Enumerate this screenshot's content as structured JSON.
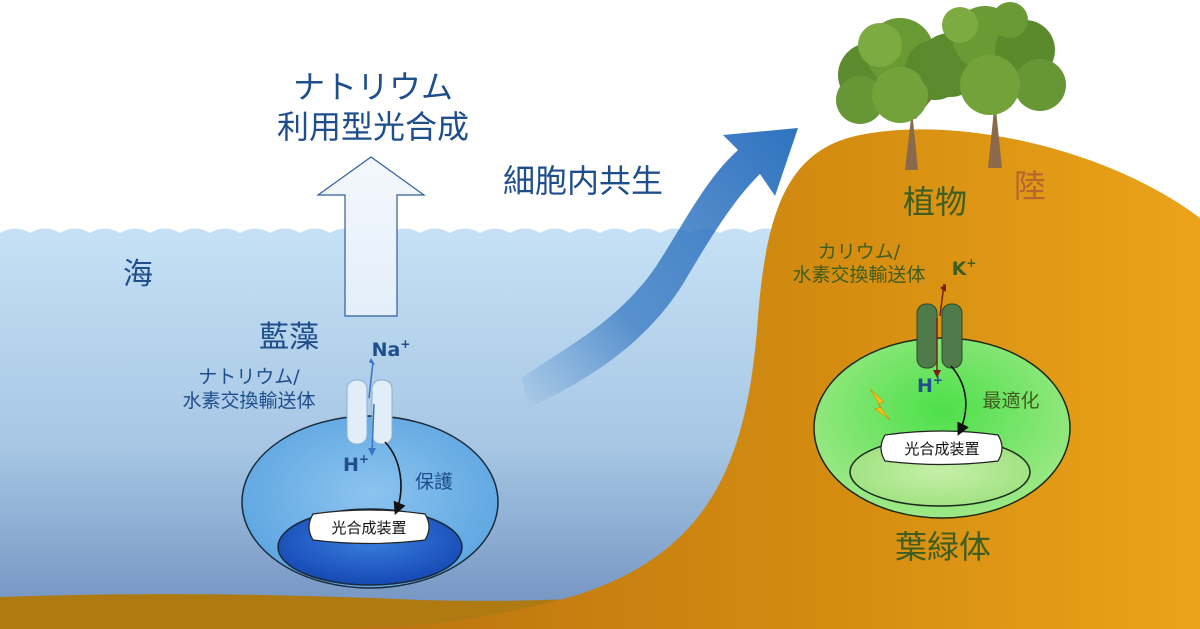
{
  "title_line1": "ナトリウム",
  "title_line2": "利用型光合成",
  "endosymbiosis_label": "細胞内共生",
  "sea_label": "海",
  "land_label": "陸",
  "plant_label": "植物",
  "cyanobacteria": {
    "label": "藍藻",
    "ion_out": "Na",
    "ion_in": "H",
    "transporter_line1": "ナトリウム/",
    "transporter_line2": "水素交換輸送体",
    "arrow_label": "保護",
    "apparatus_label": "光合成装置"
  },
  "chloroplast": {
    "label": "葉緑体",
    "ion_out": "K",
    "ion_in": "H",
    "transporter_line1": "カリウム/",
    "transporter_line2": "水素交換輸送体",
    "arrow_label": "最適化",
    "apparatus_label": "光合成装置"
  },
  "colors": {
    "sea_text": "#1f4e8c",
    "land_text": "#b5652e",
    "plant_text": "#3f5d1e",
    "arrow_blue": "#2f73c0"
  }
}
